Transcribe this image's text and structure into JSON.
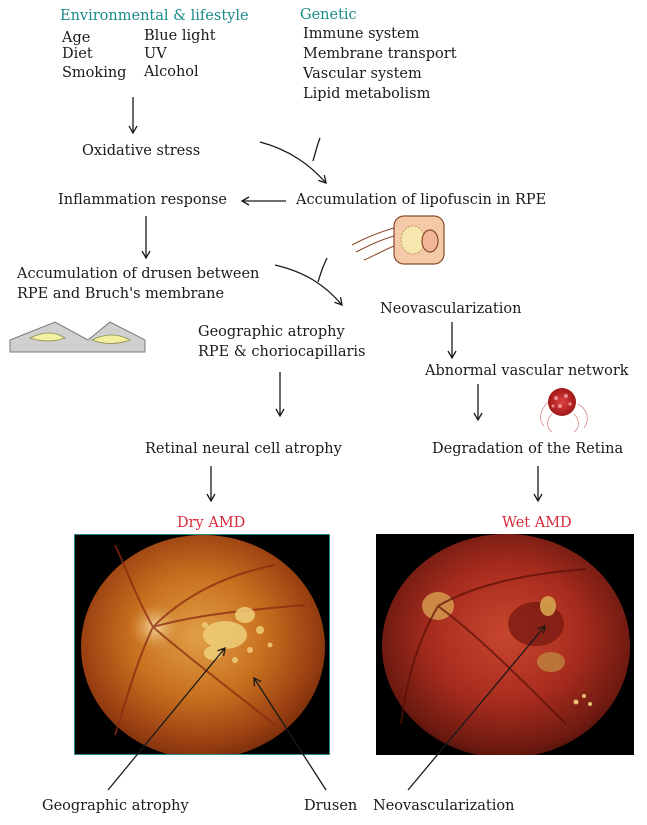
{
  "env": {
    "title": "Environmental & lifestyle",
    "items": [
      "Age",
      "Blue light",
      "Diet",
      "UV",
      "Smoking",
      "Alcohol"
    ]
  },
  "genetic": {
    "title": "Genetic",
    "items": [
      "Immune system",
      "Membrane transport",
      "Vascular system",
      "Lipid metabolism"
    ]
  },
  "nodes": {
    "oxidative_stress": "Oxidative stress",
    "inflammation": "Inflammation response",
    "lipofuscin": "Accumulation of lipofuscin in RPE",
    "drusen_line1": "Accumulation of drusen between",
    "drusen_line2": "RPE and Bruch's membrane",
    "neovascularization": "Neovascularization",
    "geo_line1": "Geographic atrophy",
    "geo_line2": "RPE & choriocapillaris",
    "abnormal_network": "Abnormal vascular network",
    "retinal_atrophy": "Retinal neural cell atrophy",
    "degradation": "Degradation of the Retina"
  },
  "outcomes": {
    "dry": "Dry AMD",
    "wet": "Wet AMD"
  },
  "photo_labels": {
    "geographic_atrophy": "Geographic atrophy",
    "drusen": "Drusen",
    "neovascularization": "Neovascularization"
  },
  "colors": {
    "heading": "#1a8a8a",
    "outcome": "#d8293a"
  }
}
